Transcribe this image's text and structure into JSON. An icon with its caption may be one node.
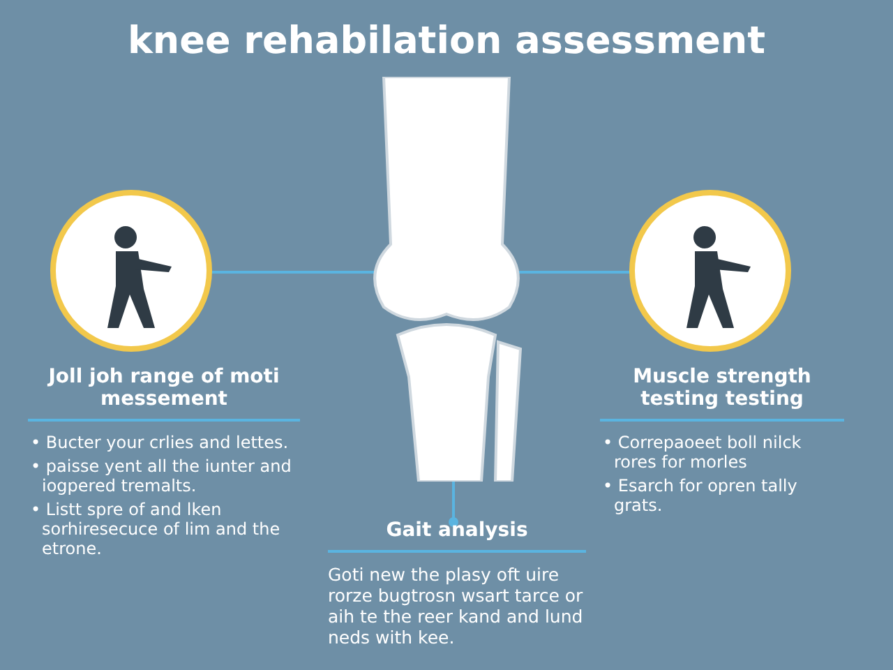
{
  "diagram": {
    "title": "knee rehabilation assessment",
    "nodes": [
      {
        "text": [],
        "shape": "picture"
      },
      {
        "text": [],
        "shape": "picture"
      },
      {
        "text": [],
        "shape": "picture"
      },
      {
        "text": [
          "Joll joh range of moti messement",
          "• Bucter your crlies and lettes.",
          "• paisse yent all the iunter and iogpered tremalts.",
          "• Listt spre of and lken sorhiresecuce of lim and the etrone."
        ]
      },
      {
        "text": [
          "Muscle strength testing testing",
          "• Correpaoeet boll nilck rores for morles",
          "• Esarch for opren tally grats."
        ]
      },
      {
        "text": [
          "Gait analysis",
          "Goti new the plasy oft uire rorze bugtrosn wsart tarce or aih te the reer kand and lund neds with kee."
        ]
      }
    ],
    "edges": [
      {
        "from": 0,
        "to": 1,
        "arrow": "none"
      },
      {
        "from": 1,
        "to": 2,
        "arrow": "none"
      },
      {
        "from": 1,
        "to": 5,
        "arrow": "other"
      }
    ]
  }
}
